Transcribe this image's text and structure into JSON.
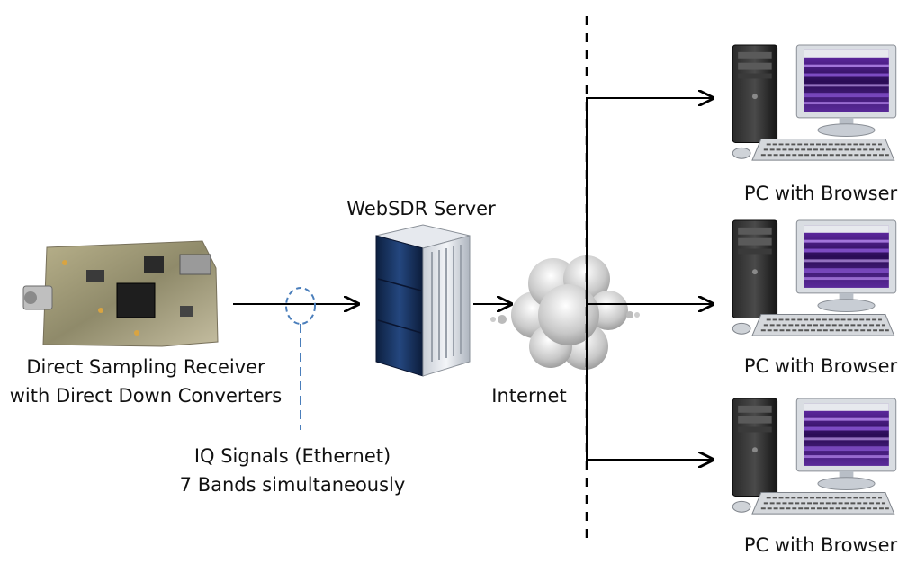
{
  "receiver": {
    "line1": "Direct Sampling Receiver",
    "line2": "with Direct Down Converters"
  },
  "iq": {
    "line1": "IQ  Signals (Ethernet)",
    "line2": "7 Bands simultaneously"
  },
  "server": {
    "title": "WebSDR Server"
  },
  "internet": {
    "label": "Internet"
  },
  "clients": [
    {
      "label": "PC with Browser"
    },
    {
      "label": "PC with Browser"
    },
    {
      "label": "PC with Browser"
    }
  ]
}
